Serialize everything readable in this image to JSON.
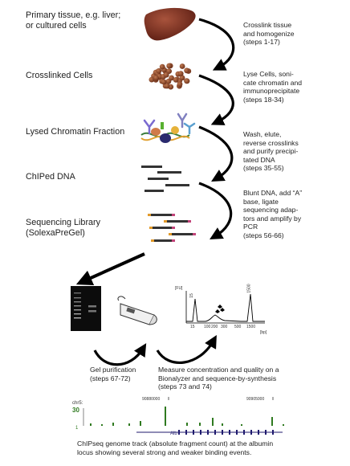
{
  "stages": [
    {
      "id": "tissue",
      "line1": "Primary tissue, e.g. liver;",
      "line2": "or cultured cells"
    },
    {
      "id": "crosslinked",
      "line1": "Crosslinked Cells"
    },
    {
      "id": "lysed",
      "line1": "Lysed Chromatin Fraction"
    },
    {
      "id": "chiped",
      "line1": "ChIPed DNA"
    },
    {
      "id": "library",
      "line1": "Sequencing Library",
      "line2": "(SolexaPreGel)"
    }
  ],
  "steps": [
    {
      "lines": [
        "Crosslink tissue",
        "and homogenize",
        "(steps 1-17)"
      ]
    },
    {
      "lines": [
        "Lyse Cells, soni-",
        "cate chromatin and",
        "immunoprecipitate",
        "(steps 18-34)"
      ]
    },
    {
      "lines": [
        "Wash, elute,",
        "reverse crosslinks",
        "and purify precipi-",
        "tated DNA",
        "(steps 35-55)"
      ]
    },
    {
      "lines": [
        "Blunt DNA, add “A”",
        "base, ligate",
        "sequencing adap-",
        "tors and amplify by",
        "PCR",
        "(steps 56-66)"
      ]
    }
  ],
  "gel_step": {
    "lines": [
      "Gel purification",
      "(steps 67-72)"
    ]
  },
  "measure_step": {
    "lines": [
      "Measure concentration and quality on a",
      "Bionalyzer and sequence-by-synthesis",
      "(steps 73 and 74)"
    ]
  },
  "bioanalyzer": {
    "y_unit": "[FU]",
    "x_unit": "[bp]",
    "peak_labels": [
      "15",
      "1500"
    ],
    "x_ticks": [
      "15",
      "100",
      "200",
      "300",
      "500",
      "1500"
    ]
  },
  "track": {
    "chrom": "chr5:",
    "scale_max": "30",
    "scale_min": "1",
    "coord_left": "90880000",
    "coord_right": "90905000",
    "gene": "Alb"
  },
  "caption": {
    "line1": "ChIPseq genome track (absolute fragment count) at the albumin",
    "line2": "locus showing several strong and weaker binding events."
  },
  "colors": {
    "liver": "#7a2d1f",
    "cells": "#8a4a2a",
    "arrow": "#000000",
    "adaptor_pink": "#c2447a",
    "adaptor_orange": "#e29a2a",
    "track_green": "#2f7a20",
    "gene_blue": "#1f1a6e"
  }
}
